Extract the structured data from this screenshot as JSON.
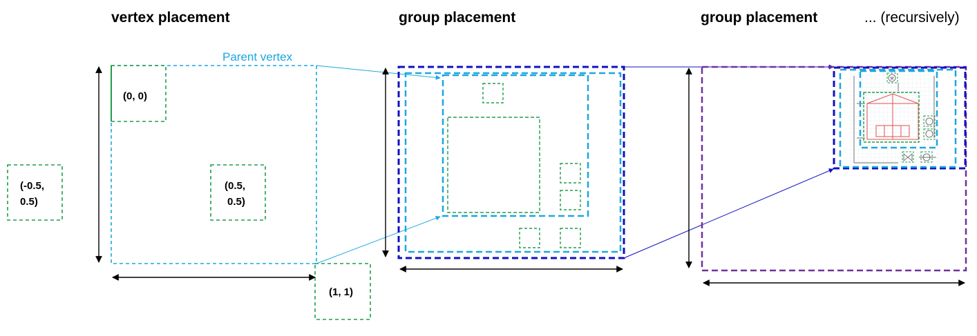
{
  "titles": {
    "vertex_placement": "vertex placement",
    "group_placement_1": "group placement",
    "group_placement_2": "group placement",
    "recursively": "... (recursively)"
  },
  "labels": {
    "parent_vertex": "Parent vertex",
    "coord_00": "(0, 0)",
    "coord_neg_line1": "(-0.5,",
    "coord_neg_line2": "0.5)",
    "coord_mid_line1": "(0.5,",
    "coord_mid_line2": "0.5)",
    "coord_11": "(1, 1)",
    "motor_symbol": "M"
  },
  "colors": {
    "vertex_green": "#1e9e4a",
    "parent_cyan": "#1aa7e0",
    "group_blue": "#1010c0",
    "outer_purple": "#7030a0",
    "arrow_black": "#000000",
    "schematic_red": "#e05050",
    "schematic_grey": "#8a8a8a"
  }
}
